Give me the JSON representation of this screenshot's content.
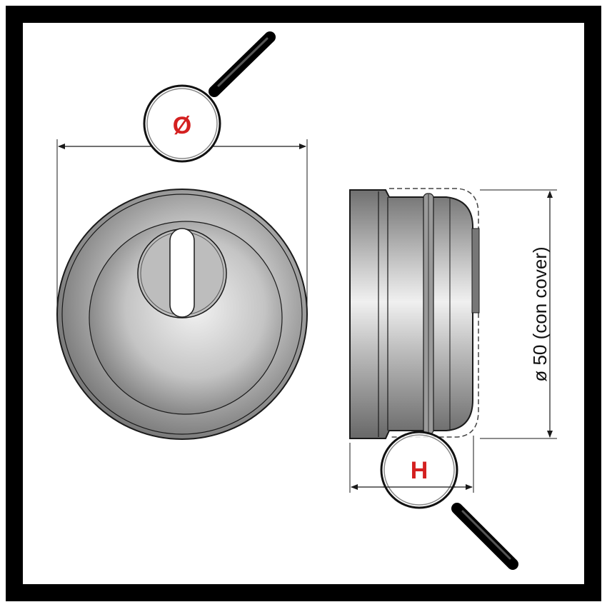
{
  "magnifier_diameter": {
    "letter": "Ø"
  },
  "magnifier_height": {
    "letter": "H"
  },
  "dimension_side": {
    "text": "ø 50 (con cover)"
  },
  "colors": {
    "frame": "#000000",
    "accent": "#d42020",
    "metal_dark": "#6e6e6e",
    "metal_light": "#e6e6e6",
    "line": "#1a1a1a"
  }
}
